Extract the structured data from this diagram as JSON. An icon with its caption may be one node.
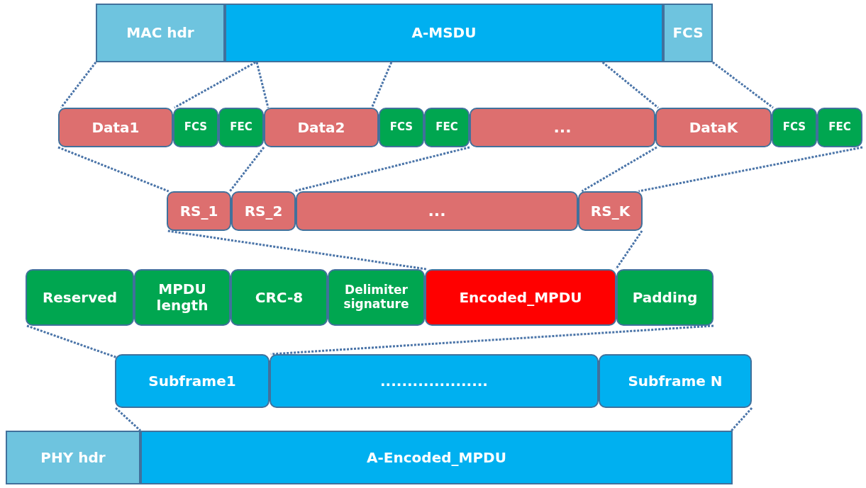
{
  "diagram": {
    "nodes": [
      {
        "text": [
          "MAC hdr"
        ]
      },
      {
        "text": [
          "A-MSDU"
        ]
      },
      {
        "text": [
          "FCS"
        ]
      },
      {
        "text": [
          "Data1"
        ]
      },
      {
        "text": [
          "FCS"
        ]
      },
      {
        "text": [
          "FEC"
        ]
      },
      {
        "text": [
          "Data2"
        ]
      },
      {
        "text": [
          "FCS"
        ]
      },
      {
        "text": [
          "FEC"
        ]
      },
      {
        "text": [
          "..."
        ]
      },
      {
        "text": [
          "DataK"
        ]
      },
      {
        "text": [
          "FCS"
        ]
      },
      {
        "text": [
          "FEC"
        ]
      },
      {
        "text": [
          "RS_1"
        ]
      },
      {
        "text": [
          "RS_2"
        ]
      },
      {
        "text": [
          "..."
        ]
      },
      {
        "text": [
          "RS_K"
        ]
      },
      {
        "text": [
          "Reserved"
        ]
      },
      {
        "text": [
          "MPDU length"
        ]
      },
      {
        "text": [
          "CRC-8"
        ]
      },
      {
        "text": [
          "Delimiter signature"
        ]
      },
      {
        "text": [
          "Encoded_MPDU"
        ]
      },
      {
        "text": [
          "Padding"
        ]
      },
      {
        "text": [
          "Subframe1"
        ]
      },
      {
        "text": [
          "...................."
        ]
      },
      {
        "text": [
          "Subframe N"
        ]
      },
      {
        "text": [
          "PHY hdr"
        ]
      },
      {
        "text": [
          "A-Encoded_MPDU"
        ]
      }
    ],
    "edges": [
      {
        "from": 0,
        "to": 3,
        "arrow": "none"
      },
      {
        "from": 1,
        "to": 4,
        "arrow": "none"
      },
      {
        "from": 1,
        "to": 6,
        "arrow": "none"
      },
      {
        "from": 1,
        "to": 6,
        "arrow": "none"
      },
      {
        "from": 1,
        "to": 10,
        "arrow": "none"
      },
      {
        "from": 2,
        "to": 11,
        "arrow": "none"
      },
      {
        "from": 3,
        "to": 13,
        "arrow": "none"
      },
      {
        "from": 5,
        "to": 13,
        "arrow": "none"
      },
      {
        "from": 9,
        "to": 14,
        "arrow": "none"
      },
      {
        "from": 10,
        "to": 16,
        "arrow": "none"
      },
      {
        "from": 12,
        "to": 16,
        "arrow": "none"
      },
      {
        "from": 13,
        "to": 21,
        "arrow": "none"
      },
      {
        "from": 16,
        "to": 21,
        "arrow": "none"
      },
      {
        "from": 17,
        "to": 23,
        "arrow": "none"
      },
      {
        "from": 22,
        "to": 24,
        "arrow": "none"
      },
      {
        "from": 23,
        "to": 27,
        "arrow": "none"
      },
      {
        "from": 25,
        "to": 27,
        "arrow": "none"
      }
    ]
  }
}
